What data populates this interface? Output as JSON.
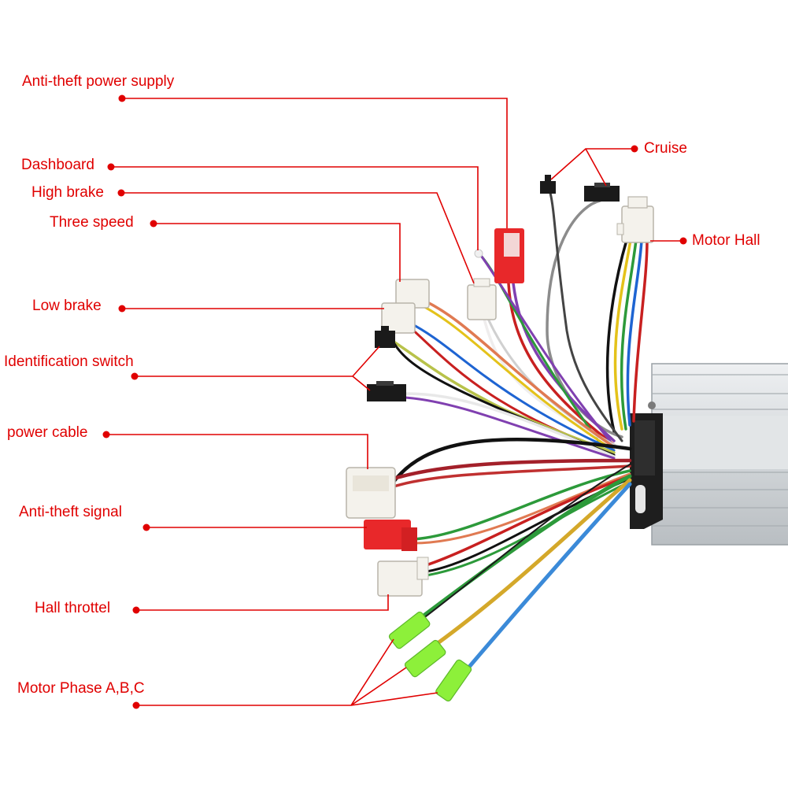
{
  "labels": {
    "anti_theft_power_supply": "Anti-theft power supply",
    "dashboard": "Dashboard",
    "high_brake": "High brake",
    "three_speed": "Three speed",
    "cruise": "Cruise",
    "motor_hall": "Motor Hall",
    "low_brake": "Low brake",
    "identification_switch": "Identification switch",
    "power_cable": "power cable",
    "anti_theft_signal": "Anti-theft signal",
    "hall_throttle": "Hall throttel",
    "motor_phase": "Motor Phase A,B,C"
  },
  "colors": {
    "callout": "#e00000",
    "housing": "#d8dcdf",
    "bracket": "#1e1e1e",
    "connector_white": "#f4f2ec",
    "connector_red": "#e8282a",
    "connector_green": "#8df03a"
  },
  "icons": {
    "controller": "brushless-motor-controller-illustration"
  }
}
